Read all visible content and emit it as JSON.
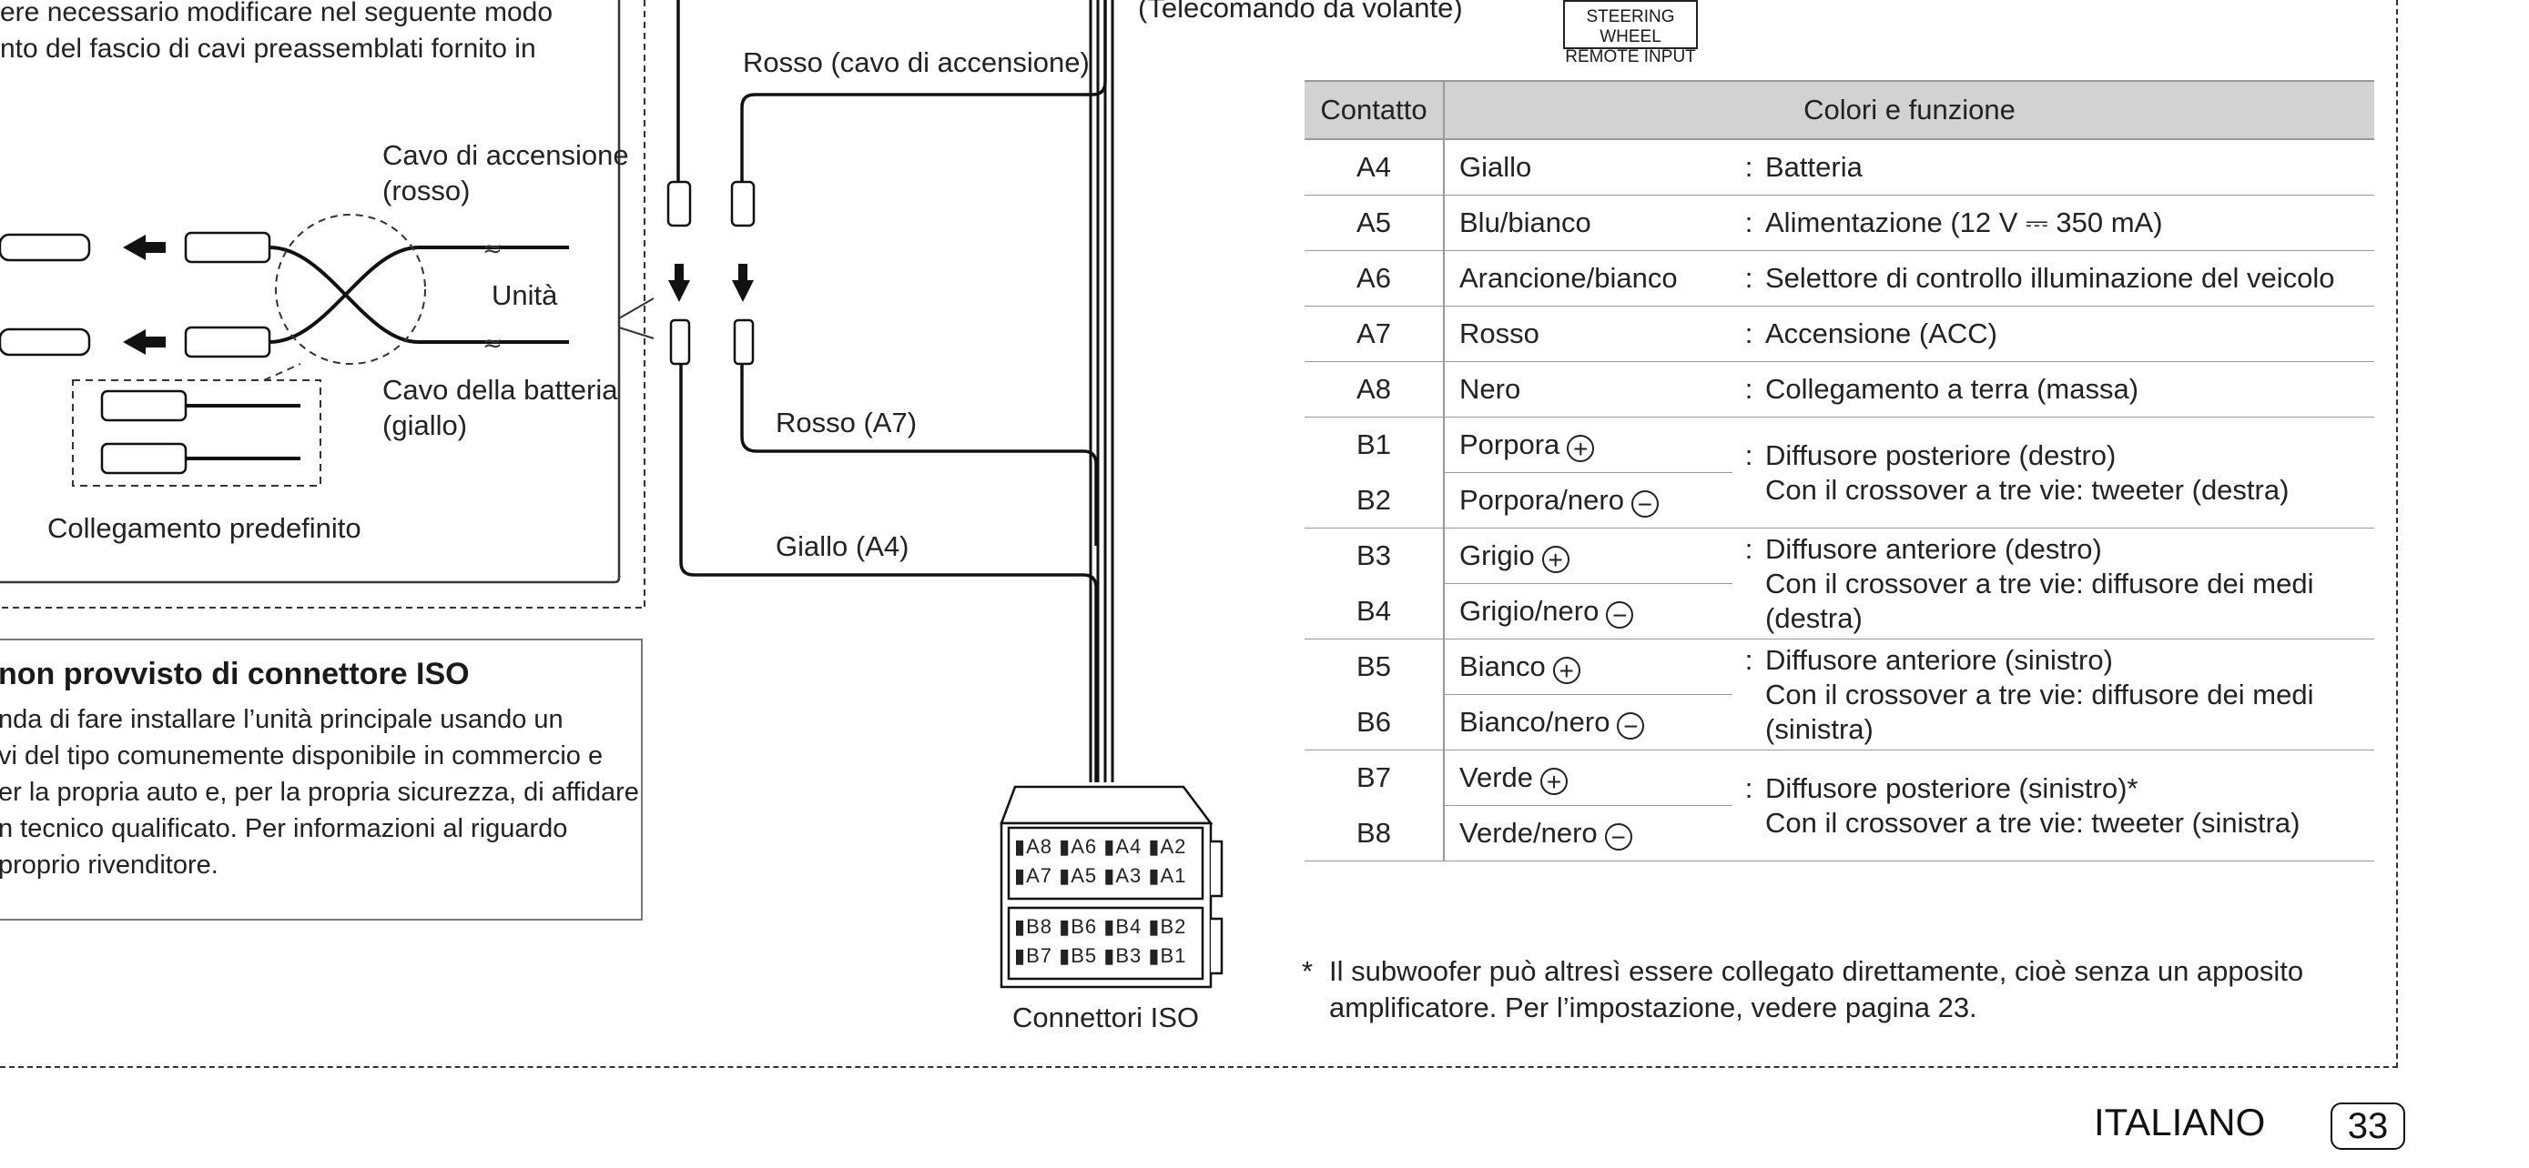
{
  "intro_text": "ere necessario modificare nel seguente modo\nnto del fascio di cavi preassemblati fornito in",
  "labels": {
    "rosso_accensione": "Rosso (cavo di accensione)",
    "telecomando": "(Telecomando da volante)",
    "steering_remote": "STEERING WHEEL\nREMOTE INPUT",
    "cavo_accensione": "Cavo di accensione\n(rosso)",
    "unita": "Unità",
    "cavo_batteria": "Cavo della batteria\n(giallo)",
    "collegamento_predefinito": "Collegamento predefinito",
    "rosso_a7": "Rosso (A7)",
    "giallo_a4": "Giallo (A4)",
    "connettori_iso": "Connettori ISO"
  },
  "iso_connector": {
    "row_a_top": "▮A8 ▮A6 ▮A4 ▮A2",
    "row_a_bottom": "▮A7 ▮A5 ▮A3 ▮A1",
    "row_b_top": "▮B8 ▮B6 ▮B4 ▮B2",
    "row_b_bottom": "▮B7 ▮B5 ▮B3 ▮B1"
  },
  "notice": {
    "title": "non provvisto di connettore ISO",
    "body": "nda di fare installare l’unità principale usando un\nvi del tipo comunemente disponibile in commercio e\ner la propria auto e, per la propria sicurezza, di affidare\nn tecnico qualificato. Per informazioni al riguardo\n proprio rivenditore."
  },
  "table": {
    "header_contact": "Contatto",
    "header_function": "Colori e funzione",
    "colon": ":",
    "rows": [
      {
        "pin": "A4",
        "color": "Giallo",
        "func": "Batteria"
      },
      {
        "pin": "A5",
        "color": "Blu/bianco",
        "func": "Alimentazione (12 V ⎓ 350 mA)"
      },
      {
        "pin": "A6",
        "color": "Arancione/bianco",
        "func": "Selettore di controllo illuminazione del veicolo"
      },
      {
        "pin": "A7",
        "color": "Rosso",
        "func": "Accensione (ACC)"
      },
      {
        "pin": "A8",
        "color": "Nero",
        "func": "Collegamento a terra (massa)"
      }
    ],
    "groups": [
      {
        "pins": [
          "B1",
          "B2"
        ],
        "colors": [
          "Porpora",
          "Porpora/nero"
        ],
        "polarity": [
          "+",
          "−"
        ],
        "func": "Diffusore posteriore (destro)\nCon il crossover a tre vie: tweeter (destra)"
      },
      {
        "pins": [
          "B3",
          "B4"
        ],
        "colors": [
          "Grigio",
          "Grigio/nero"
        ],
        "polarity": [
          "+",
          "−"
        ],
        "func": "Diffusore anteriore (destro)\nCon il crossover a tre vie: diffusore dei medi\n(destra)"
      },
      {
        "pins": [
          "B5",
          "B6"
        ],
        "colors": [
          "Bianco",
          "Bianco/nero"
        ],
        "polarity": [
          "+",
          "−"
        ],
        "func": "Diffusore anteriore (sinistro)\nCon il crossover a tre vie: diffusore dei medi\n(sinistra)"
      },
      {
        "pins": [
          "B7",
          "B8"
        ],
        "colors": [
          "Verde",
          "Verde/nero"
        ],
        "polarity": [
          "+",
          "−"
        ],
        "func": "Diffusore posteriore (sinistro)*\nCon il crossover a tre vie: tweeter (sinistra)"
      }
    ]
  },
  "footnote": {
    "marker": "*",
    "text": "Il subwoofer può altresì essere collegato direttamente, cioè senza un apposito\namplificatore. Per l’impostazione, vedere pagina 23."
  },
  "footer": {
    "language": "ITALIANO",
    "page": "33"
  }
}
